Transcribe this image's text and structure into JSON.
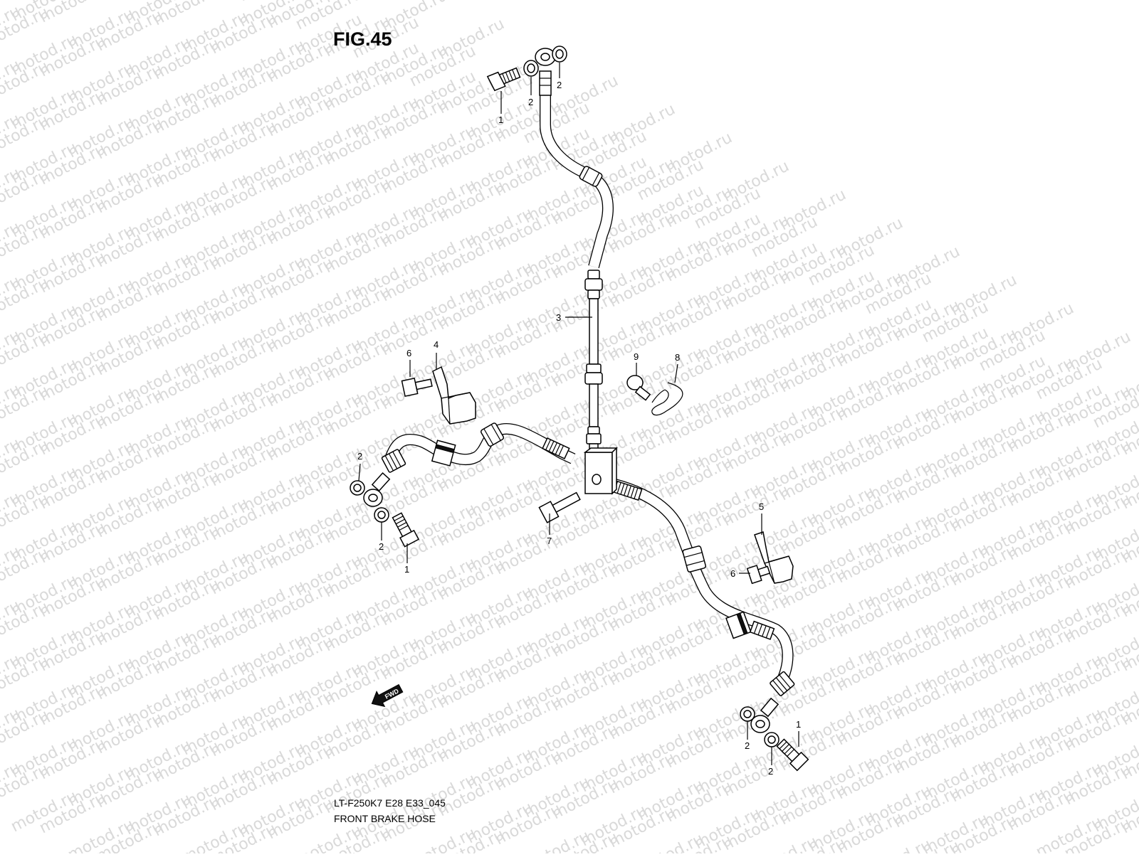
{
  "figure": {
    "title": "FIG.45",
    "footer_code": "LT-F250K7 E28 E33_045",
    "footer_name": "FRONT BRAKE  HOSE"
  },
  "watermark": {
    "text": "motod.ru"
  },
  "arrow": {
    "label": "FWD"
  },
  "callouts": {
    "c1_top": "1",
    "c2_top_left": "2",
    "c2_top_right": "2",
    "c3": "3",
    "c4": "4",
    "c6_left": "6",
    "c9": "9",
    "c8": "8",
    "c2_left_upper": "2",
    "c2_left_lower": "2",
    "c1_left": "1",
    "c7": "7",
    "c5": "5",
    "c6_right": "6",
    "c2_right_upper": "2",
    "c2_right_lower": "2",
    "c1_right": "1"
  }
}
